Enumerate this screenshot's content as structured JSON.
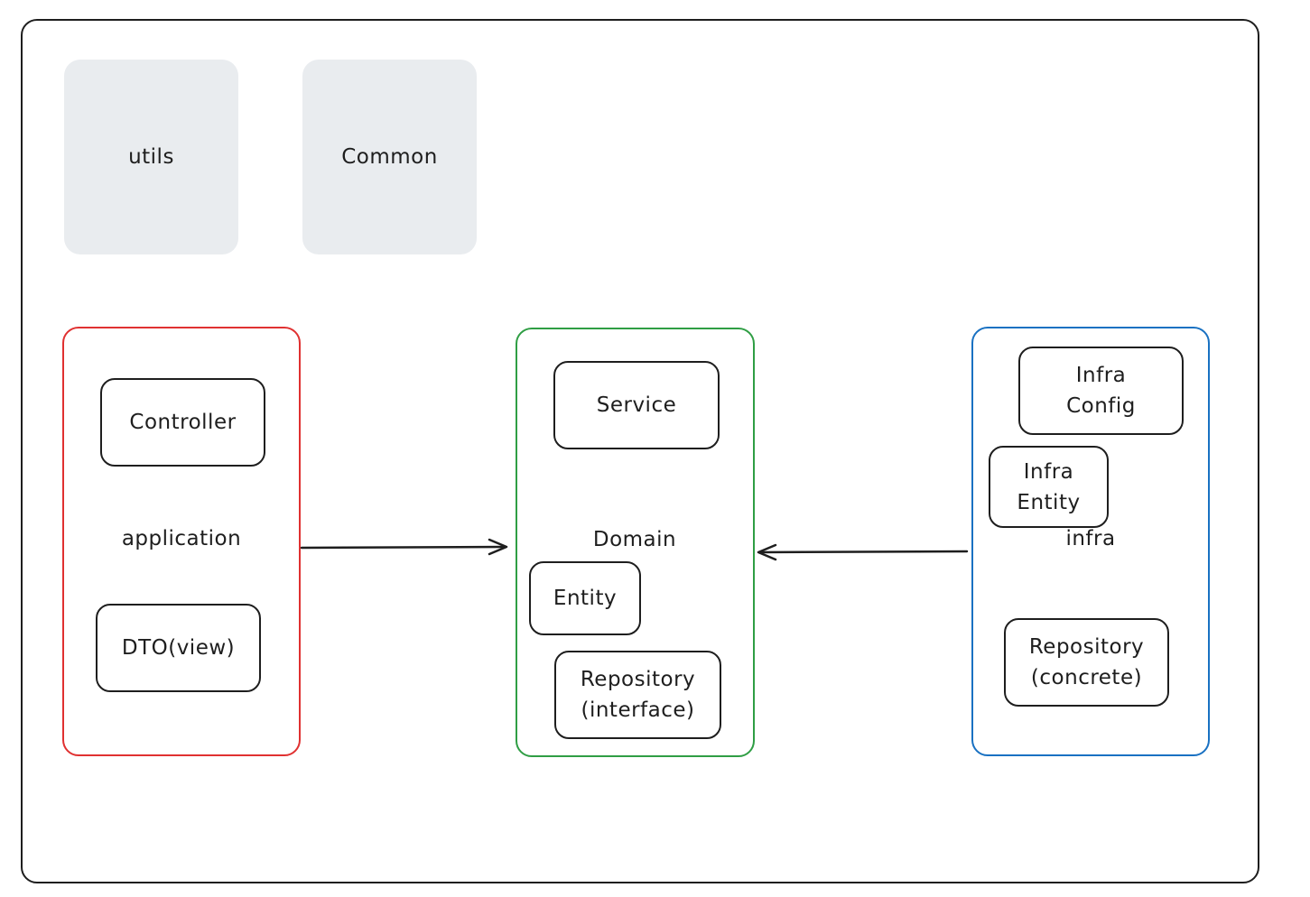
{
  "modules": {
    "utils": "utils",
    "common": "Common"
  },
  "layers": {
    "application": {
      "label": "application",
      "controller": "Controller",
      "dto": "DTO(view)"
    },
    "domain": {
      "label": "Domain",
      "service": "Service",
      "entity": "Entity",
      "repository": "Repository\n(interface)"
    },
    "infra": {
      "label": "infra",
      "config": "Infra\nConfig",
      "entity": "Infra\nEntity",
      "repository": "Repository\n(concrete)"
    }
  },
  "colors": {
    "application": "#e03131",
    "domain": "#2f9e44",
    "infra": "#1971c2",
    "stroke": "#1e1e1e",
    "module_fill": "#e9ecef"
  },
  "edges": [
    {
      "from": "application",
      "to": "domain"
    },
    {
      "from": "infra",
      "to": "domain"
    }
  ]
}
